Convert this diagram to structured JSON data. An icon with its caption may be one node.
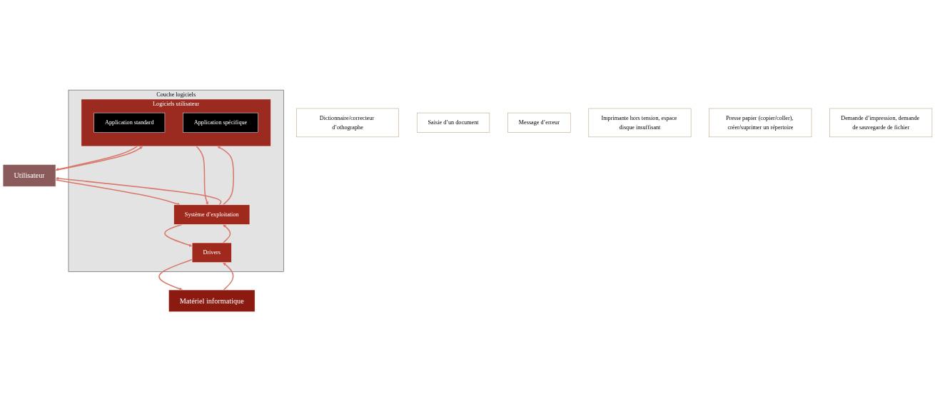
{
  "diagram": {
    "nodes": [
      {
        "text": [
          "Utilisateur"
        ]
      },
      {
        "text": [
          "Couche logiciels"
        ]
      },
      {
        "text": [
          "Logiciels utilisateur"
        ],
        "in": 1
      },
      {
        "text": [
          "Application standard"
        ],
        "in": 2
      },
      {
        "text": [
          "Application spécifique"
        ],
        "in": 2
      },
      {
        "text": [
          "Système d’exploitation"
        ],
        "in": 1
      },
      {
        "text": [
          "Drivers"
        ],
        "in": 1
      },
      {
        "text": [
          "Matériel informatique"
        ]
      },
      {
        "text": [
          "Dictionnaire/correcteur d’othographe"
        ]
      },
      {
        "text": [
          "Saisie d’un document"
        ]
      },
      {
        "text": [
          "Message d’erreur"
        ]
      },
      {
        "text": [
          "Imprimante hors tension, espace disque insuffisant"
        ]
      },
      {
        "text": [
          "Presse papier (copier/coller), créer/suprimer un répertoire"
        ]
      },
      {
        "text": [
          "Demande d’impression, demande de sauvegarde de fichier"
        ]
      }
    ],
    "edges": [
      {
        "from": 2,
        "to": 0,
        "arrow": "to"
      },
      {
        "from": 0,
        "to": 2,
        "arrow": "to"
      },
      {
        "from": 0,
        "to": 5,
        "arrow": "to"
      },
      {
        "from": 5,
        "to": 0,
        "arrow": "to"
      },
      {
        "from": 5,
        "to": 2,
        "arrow": "to"
      },
      {
        "from": 2,
        "to": 5,
        "arrow": "to"
      },
      {
        "from": 6,
        "to": 5,
        "arrow": "to"
      },
      {
        "from": 5,
        "to": 6,
        "arrow": "to"
      },
      {
        "from": 7,
        "to": 6,
        "arrow": "to"
      },
      {
        "from": 6,
        "to": 7,
        "arrow": "to"
      }
    ]
  }
}
